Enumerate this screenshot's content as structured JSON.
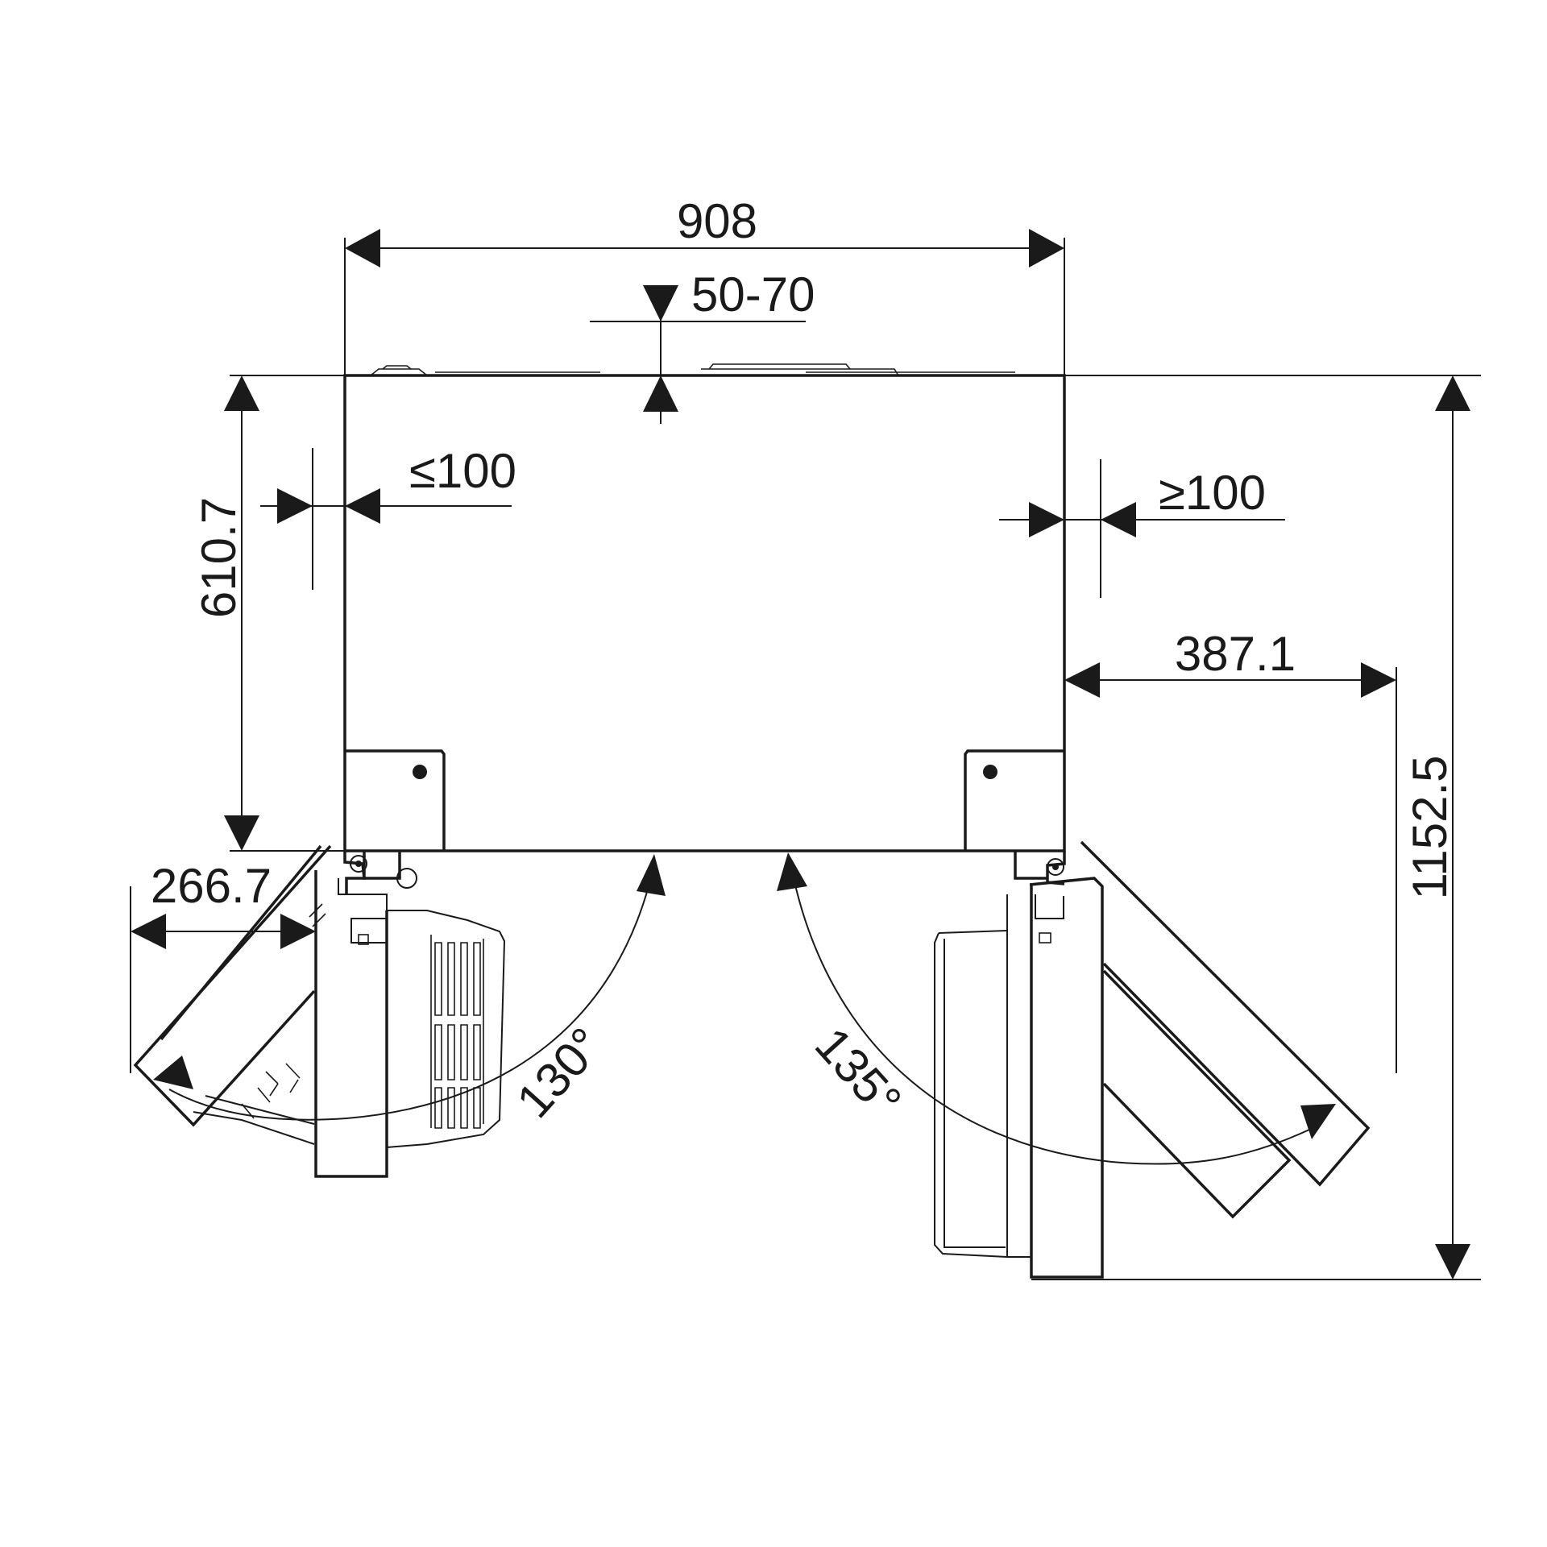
{
  "dimensions": {
    "width_total": "908",
    "top_gap": "50-70",
    "side_gap_left": "≤100",
    "side_gap_right": "≥100",
    "depth_body": "610.7",
    "door_width_right": "387.1",
    "depth_total": "1152.5",
    "door_projection_left": "266.7"
  },
  "angles": {
    "left_door": "130°",
    "right_door": "135°"
  },
  "colors": {
    "ink": "#1a1a1a",
    "background": "#ffffff"
  }
}
